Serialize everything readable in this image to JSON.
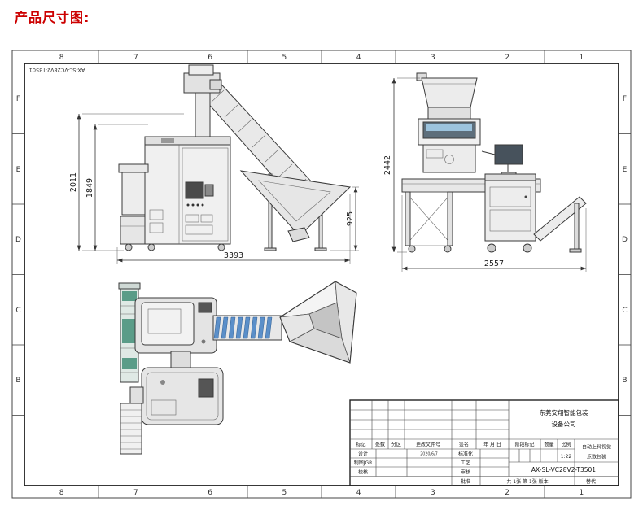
{
  "page": {
    "title": "产品尺寸图:"
  },
  "sheet": {
    "corner_code": "AX-SL-VC28V2-T3501",
    "grid_columns": [
      "8",
      "7",
      "6",
      "5",
      "4",
      "3",
      "2",
      "1"
    ],
    "grid_rows": [
      "F",
      "E",
      "D",
      "C",
      "B"
    ]
  },
  "dimensions": {
    "front_total_height": "2011",
    "front_body_height": "1849",
    "front_chute_height": "925",
    "front_width": "3393",
    "side_height": "2442",
    "side_width": "2557"
  },
  "title_block": {
    "company_line1": "东莞安翔智能包装",
    "company_line2": "设备公司",
    "rev_mark": "标记",
    "rev_count": "处数",
    "rev_zone": "分区",
    "rev_doc": "更改文件号",
    "rev_sign": "签名",
    "rev_date": "年 月 日",
    "row_design": "设计",
    "row_draft": "制图JGR",
    "row_check": "校核",
    "design_date": "2020/6/7",
    "col_standard": "标准化",
    "col_process": "工艺",
    "col_review": "审核",
    "col_approve": "批准",
    "stage_mark": "阶段标记",
    "qty": "数量",
    "scale": "比例",
    "scale_value": "1:22",
    "product_line1": "自动上料视觉",
    "product_line2": "点数包装",
    "drawing_number": "AX-SL-VC28V2-T3501",
    "sheet_count": "共 1张 第 1张 版本",
    "substitute": "替代"
  }
}
